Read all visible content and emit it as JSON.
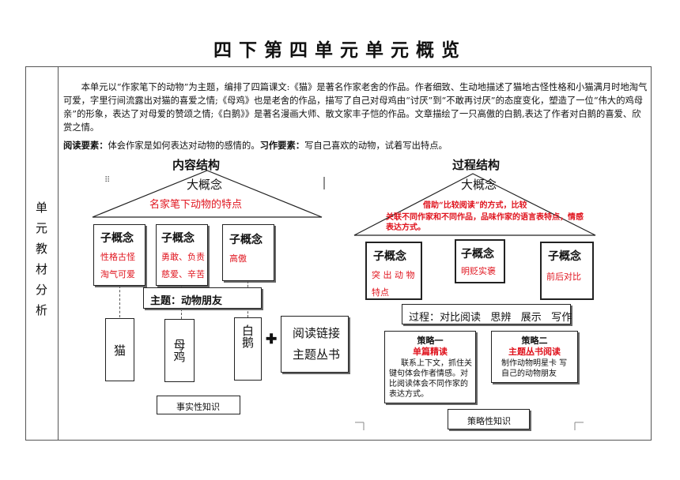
{
  "page_title": "四下第四单元单元概览",
  "side_label": [
    "单",
    "元",
    "教",
    "材",
    "分",
    "析"
  ],
  "intro": "本单元以“作家笔下的动物”为主题，编排了四篇课文:《猫》是著名作家老舍的作品。作者细致、生动地描述了猫地古怪性格和小猫满月时地淘气可爱，字里行间流露出对猫的喜爱之情;《母鸡》也是老舍的作品，描写了自己对母鸡由“讨厌”到“不敢再讨厌”的态度变化，塑造了一位“伟大的鸡母亲”的形象，表达了对母爱的赞颂之情;《白鹅》》是著名漫画大师、散文家丰子恺的作品。文章描绘了一只高傲的白鹅,表达了作者对白鹅的喜爱、欣赏之情。",
  "requirements": {
    "reading_label": "阅读要素：",
    "reading_text": "体会作家是如何表达对动物的感情的。",
    "writing_label": "习作要素：",
    "writing_text": "写自己喜欢的动物，试着写出特点。"
  },
  "left": {
    "heading": "内容结构",
    "big_concept": "大概念",
    "big_concept_desc": "名家笔下动物的特点",
    "sub_concepts": [
      {
        "title": "子概念",
        "lines": [
          "性格古怪",
          "淘气可爱"
        ]
      },
      {
        "title": "子概念",
        "lines": [
          "勇敢、负责",
          "慈爱、辛苦"
        ]
      },
      {
        "title": "子概念",
        "lines": [
          "高傲"
        ]
      }
    ],
    "theme": "主题：动物朋友",
    "lessons": [
      "猫",
      "母鸡",
      "白鹅"
    ],
    "plus": "✚",
    "reading_link": [
      "阅读链接",
      "主题丛书"
    ],
    "knowledge": "事实性知识"
  },
  "right": {
    "heading": "过程结构",
    "big_concept": "大概念",
    "big_concept_desc_1": "借助“比较阅读”的方式，比较",
    "big_concept_desc_2": "关联不同作家和不同作品，品味作家的语言表特点，情感表达方式。",
    "sub_concepts": [
      {
        "title": "子概念",
        "lines": [
          "突 出 动 物",
          "特点"
        ]
      },
      {
        "title": "子概念",
        "lines": [
          "明贬实褒"
        ]
      },
      {
        "title": "子概念",
        "lines": [
          "前后对比"
        ]
      }
    ],
    "process": "过程：对比阅读   思辨   展示   写作",
    "strategy1": {
      "title": "策略一",
      "subtitle": "单篇精读",
      "text": "联系上下文，抓住关键句体会作者情感。对比阅读体会不同作家的表达方式。"
    },
    "strategy2": {
      "title": "策略二",
      "subtitle": "主题丛书阅读",
      "text": "制作动物明星卡 写自己的动物朋友"
    },
    "knowledge": "策略性知识"
  },
  "colors": {
    "accent_red": "#e0141e",
    "border": "#222222",
    "dashed": "#555555"
  }
}
